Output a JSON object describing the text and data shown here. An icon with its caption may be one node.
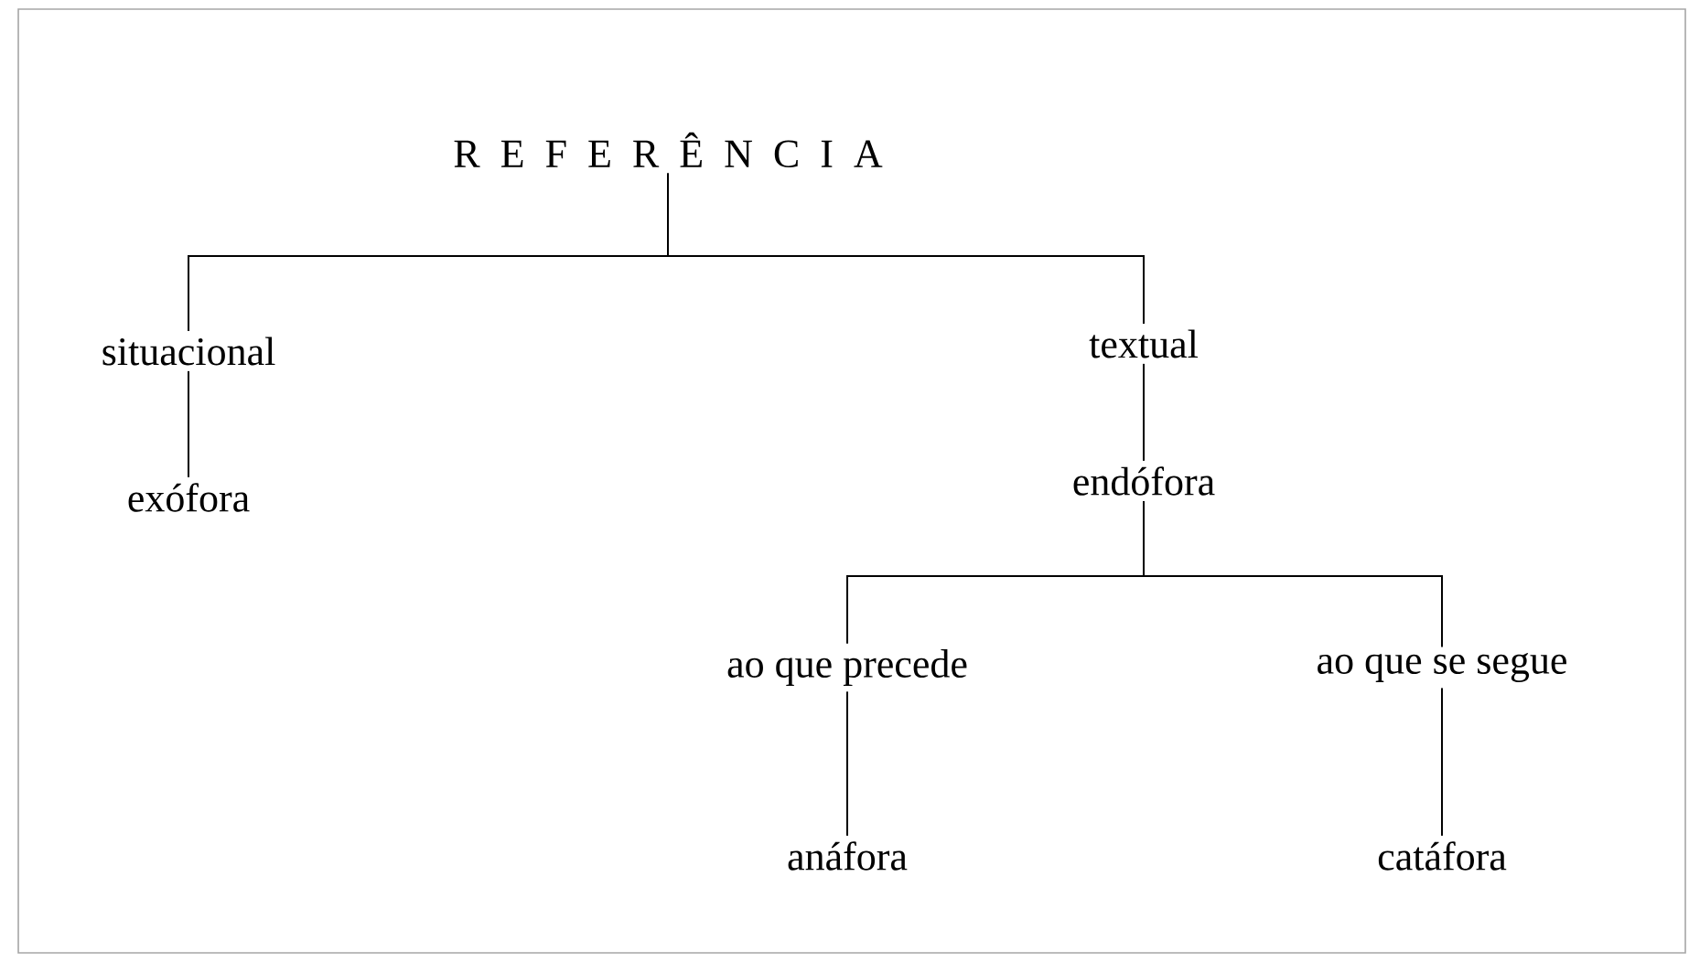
{
  "diagram": {
    "nodes": [
      {
        "text": [
          "R E F E R Ê N C I A"
        ]
      },
      {
        "text": [
          "situacional"
        ]
      },
      {
        "text": [
          "textual"
        ]
      },
      {
        "text": [
          "exófora"
        ]
      },
      {
        "text": [
          "endófora"
        ]
      },
      {
        "text": [
          "ao que precede"
        ]
      },
      {
        "text": [
          "ao que se segue"
        ]
      },
      {
        "text": [
          "anáfora"
        ]
      },
      {
        "text": [
          "catáfora"
        ]
      }
    ],
    "edges": [
      {
        "from": 0,
        "to": 1,
        "arrow": "none"
      },
      {
        "from": 0,
        "to": 2,
        "arrow": "none"
      },
      {
        "from": 1,
        "to": 3,
        "arrow": "none"
      },
      {
        "from": 2,
        "to": 4,
        "arrow": "none"
      },
      {
        "from": 4,
        "to": 5,
        "arrow": "none"
      },
      {
        "from": 4,
        "to": 6,
        "arrow": "none"
      },
      {
        "from": 5,
        "to": 7,
        "arrow": "none"
      },
      {
        "from": 6,
        "to": 8,
        "arrow": "none"
      }
    ]
  }
}
